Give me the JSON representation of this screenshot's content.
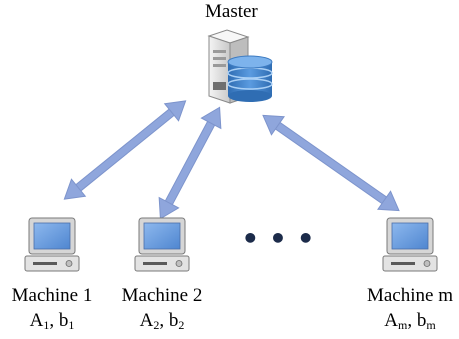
{
  "master": {
    "label": "Master",
    "icon": "server-with-database-icon"
  },
  "machines": [
    {
      "name": "Machine 1",
      "a": "A",
      "a_sub": "1",
      "b": "b",
      "b_sub": "1",
      "icon": "computer-monitor-icon"
    },
    {
      "name": "Machine 2",
      "a": "A",
      "a_sub": "2",
      "b": "b",
      "b_sub": "2",
      "icon": "computer-monitor-icon"
    },
    {
      "name": "Machine m",
      "a": "A",
      "a_sub": "m",
      "b": "b",
      "b_sub": "m",
      "icon": "computer-monitor-icon"
    }
  ],
  "ellipsis": "• • •",
  "connector": {
    "icon": "double-headed-arrow-icon",
    "color": "#8fa6dc"
  },
  "colors": {
    "server_body": "#e8e8e8",
    "database": "#4a86c8",
    "screen": "#6fa0e0",
    "arrow": "#8fa6dc"
  }
}
